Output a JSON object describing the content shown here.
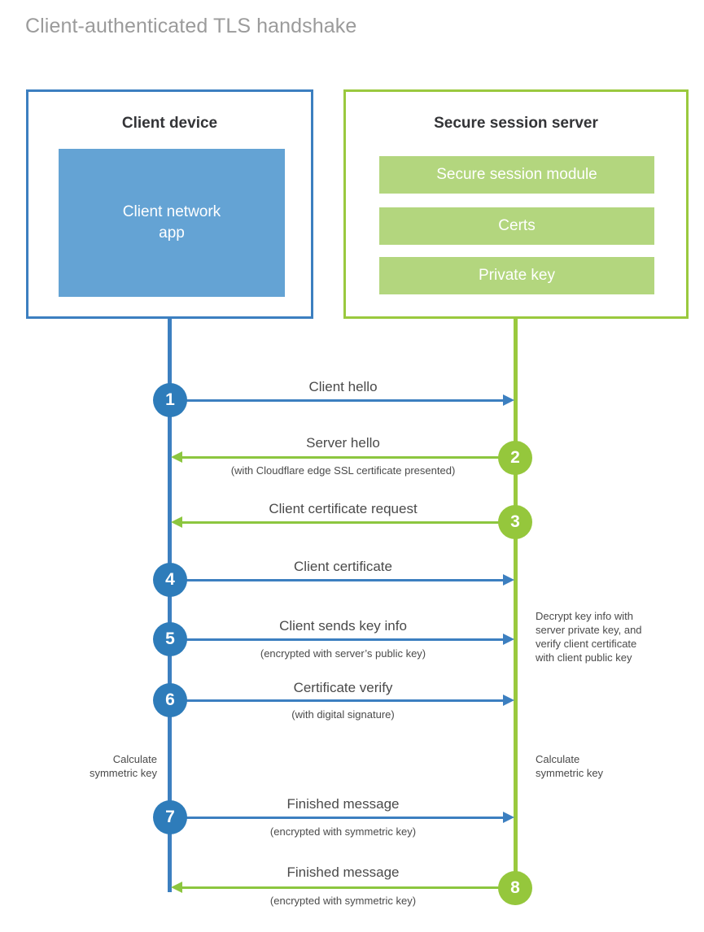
{
  "title": "Client-authenticated TLS handshake",
  "colors": {
    "client_blue": "#3c7fc0",
    "client_app_fill": "#64a3d4",
    "step_blue": "#2e7cba",
    "server_green": "#9ac93e",
    "server_bar_fill": "#b3d67e",
    "step_green": "#95c73c",
    "arrow_green": "#8cc63f",
    "title_gray": "#9b9b9b",
    "text_gray": "#4a4a4a"
  },
  "client": {
    "title": "Client device",
    "app_label": "Client network\napp",
    "app_label_line1": "Client network",
    "app_label_line2": "app"
  },
  "server": {
    "title": "Secure session server",
    "bars": [
      {
        "label": "Secure session module"
      },
      {
        "label": "Certs"
      },
      {
        "label": "Private key"
      }
    ]
  },
  "steps": [
    {
      "number": "1",
      "side": "client",
      "direction": "right",
      "main": "Client hello",
      "sub": ""
    },
    {
      "number": "2",
      "side": "server",
      "direction": "left",
      "main": "Server hello",
      "sub": "(with Cloudflare edge SSL certificate presented)"
    },
    {
      "number": "3",
      "side": "server",
      "direction": "left",
      "main": "Client certificate request",
      "sub": ""
    },
    {
      "number": "4",
      "side": "client",
      "direction": "right",
      "main": "Client certificate",
      "sub": ""
    },
    {
      "number": "5",
      "side": "client",
      "direction": "right",
      "main": "Client sends key info",
      "sub": "(encrypted with server’s public key)"
    },
    {
      "number": "6",
      "side": "client",
      "direction": "right",
      "main": "Certificate verify",
      "sub": "(with digital signature)"
    },
    {
      "number": "7",
      "side": "client",
      "direction": "right",
      "main": "Finished message",
      "sub": "(encrypted with symmetric key)"
    },
    {
      "number": "8",
      "side": "server",
      "direction": "left",
      "main": "Finished message",
      "sub": "(encrypted with symmetric key)"
    }
  ],
  "notes": {
    "server_decrypt_line1": "Decrypt key info with",
    "server_decrypt_line2": "server private key, and",
    "server_decrypt_line3": "verify client certificate",
    "server_decrypt_line4": "with client public key",
    "client_calc_line1": "Calculate",
    "client_calc_line2": "symmetric key",
    "server_calc_line1": "Calculate",
    "server_calc_line2": "symmetric key"
  }
}
